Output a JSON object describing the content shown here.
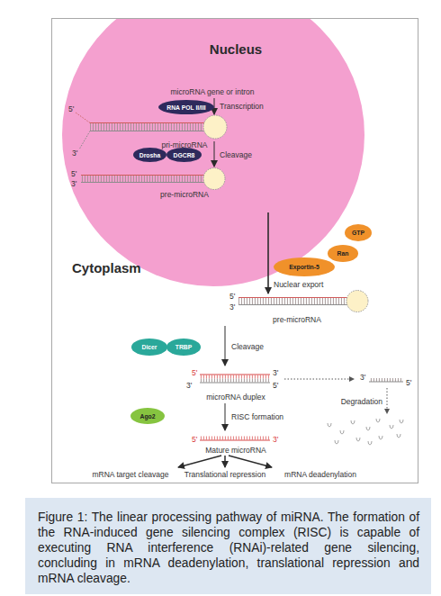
{
  "diagram": {
    "caption": "Figure 1: The linear processing pathway of miRNA. The formation of the RNA-induced gene silencing complex (RISC) is capable of executing RNA interference (RNAi)-related gene silencing, concluding in mRNA deadenylation, translational repression and mRNA cleavage.",
    "nodes": [
      {
        "text": [
          "Nucleus"
        ]
      },
      {
        "text": [
          "RNA POL II/III"
        ],
        "in": 0
      },
      {
        "text": [
          "Drosha"
        ],
        "in": 0
      },
      {
        "text": [
          "DGCR8"
        ],
        "in": 0
      },
      {
        "text": [
          "GTP"
        ]
      },
      {
        "text": [
          "Exportin-5"
        ]
      },
      {
        "text": [
          "Ran"
        ]
      },
      {
        "text": [
          "Dicer"
        ]
      },
      {
        "text": [
          "TRBP"
        ]
      },
      {
        "text": [
          "Ago2"
        ]
      }
    ],
    "labels": [
      "microRNA gene or intron",
      "Transcription",
      "5'",
      "3'",
      "pri-microRNA",
      "Cleavage",
      "5'",
      "3'",
      "pre-microRNA",
      "Cytoplasm",
      "Nuclear export",
      "5'",
      "3'",
      "pre-microRNA",
      "Cleavage",
      "5'",
      "3'",
      "3'",
      "5'",
      "3'",
      "5'",
      "microRNA duplex",
      "Degradation",
      "RISC formation",
      "5'",
      "3'",
      "Mature microRNA",
      "mRNA target cleavage",
      "Translational repression",
      "mRNA deadenylation"
    ]
  }
}
